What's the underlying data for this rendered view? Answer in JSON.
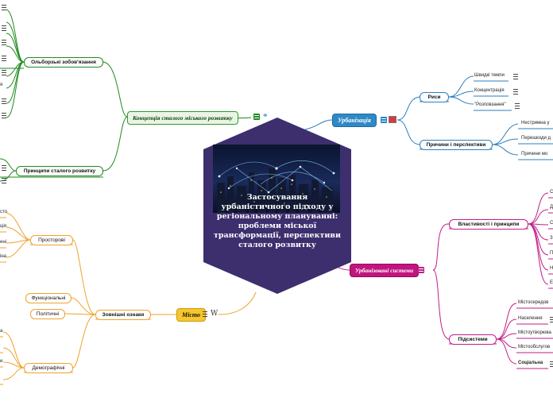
{
  "center": {
    "title": "Застосування урбаністичного підходу у регіональному плануванні: проблеми міської трансформації, перспективи сталого розвитку",
    "photo_icon": "city-network-photo"
  },
  "colors": {
    "hexagon": "#3d2f6e",
    "green": "#1f8a1f",
    "blue": "#2a7fc0",
    "magenta": "#c21d8a",
    "orange": "#f0a22b",
    "urbanization_node": "#2f89c6",
    "urban_systems_node": "#c2157f",
    "city_node": "#f6c62c",
    "sustainable_node": "#2e9b2e"
  },
  "branches": {
    "sustainable": {
      "label": "Концепція сталого міського розвитку",
      "obligations": {
        "label": "Ольборзькі зобов'язання",
        "leaves": [
          "",
          "",
          "",
          "",
          "",
          "",
          "",
          ""
        ]
      },
      "principles": {
        "label": "Принципи сталого розвитку"
      }
    },
    "urbanization": {
      "label": "Урбанізація",
      "features": {
        "label": "Риси",
        "leaves": [
          "Швидкі темпи",
          "Концентрація",
          "\"Розповзання\""
        ]
      },
      "causes": {
        "label": "Причини і перспективи",
        "leaves": [
          "Нестримна у",
          "Перешкоди д",
          "Причини мо"
        ]
      }
    },
    "urban_systems": {
      "label": "Урбанізовані системи",
      "properties": {
        "label": "Властивості і принципи",
        "leaves": [
          "С",
          "Д",
          "С",
          "З",
          "П",
          "Н",
          "Е"
        ]
      },
      "subsystems": {
        "label": "Підсистеми",
        "leaves": [
          "Містосередов",
          "Населення",
          "Містоутворюва",
          "Містообслугов",
          "Соціальна"
        ]
      }
    },
    "city": {
      "label": "Місто",
      "suffix": "W",
      "external": {
        "label": "Зовнішні ознаки",
        "spatial": {
          "label": "Просторові",
          "leaves": [
            "сто",
            "ція",
            "ені",
            "іна"
          ]
        },
        "functional": "Функціональні",
        "political": "Політичні",
        "demographic": {
          "label": "Демографічні",
          "leaves": [
            "а",
            "",
            "и",
            ""
          ]
        }
      }
    }
  }
}
